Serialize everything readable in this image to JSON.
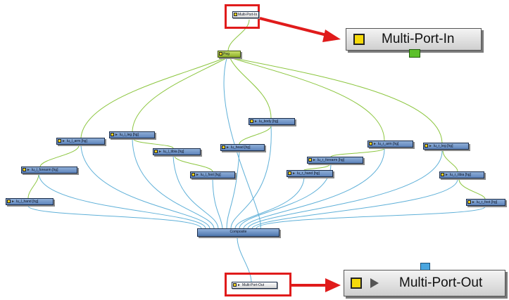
{
  "nodes": {
    "multi_port_in": {
      "label": "Multi-Port-In"
    },
    "peg": {
      "label": "Peg"
    },
    "l_arm": {
      "label": "lu_l_arm [hg]"
    },
    "l_leg": {
      "label": "lu_l_leg [hg]"
    },
    "body": {
      "label": "lu_body [hg]"
    },
    "r_arm": {
      "label": "lu_r_arm [hg]"
    },
    "r_leg": {
      "label": "lu_r_leg [hg]"
    },
    "l_forearm": {
      "label": "lu_l_forearm [hg]"
    },
    "l_tibia": {
      "label": "lu_l_tibia [hg]"
    },
    "head": {
      "label": "lu_head [hg]"
    },
    "r_forearm": {
      "label": "lu_r_forearm [hg]"
    },
    "r_tibia": {
      "label": "lu_r_tibia [hg]"
    },
    "l_foot": {
      "label": "lu_l_foot [hg]"
    },
    "r_hand": {
      "label": "lu_r_hand [hg]"
    },
    "l_hand": {
      "label": "lu_l_hand [hg]"
    },
    "r_foot": {
      "label": "lu_r_foot [hg]"
    },
    "composite": {
      "label": "Composite"
    },
    "multi_port_out": {
      "label": "Multi-Port-Out"
    }
  },
  "callouts": {
    "in_label": "Multi-Port-In",
    "out_label": "Multi-Port-Out"
  },
  "colors": {
    "highlight": "#e01b1b",
    "wire_green": "#8cc63f",
    "wire_blue": "#5fb0d8",
    "node_blue": "#6f93c6",
    "peg_green": "#9ab83a",
    "swatch_yellow": "#f5d90a",
    "port_green": "#5cc02a",
    "port_blue": "#4aa6e0"
  },
  "icons": {
    "swatch": "yellow-square-icon",
    "play": "play-triangle-icon"
  }
}
